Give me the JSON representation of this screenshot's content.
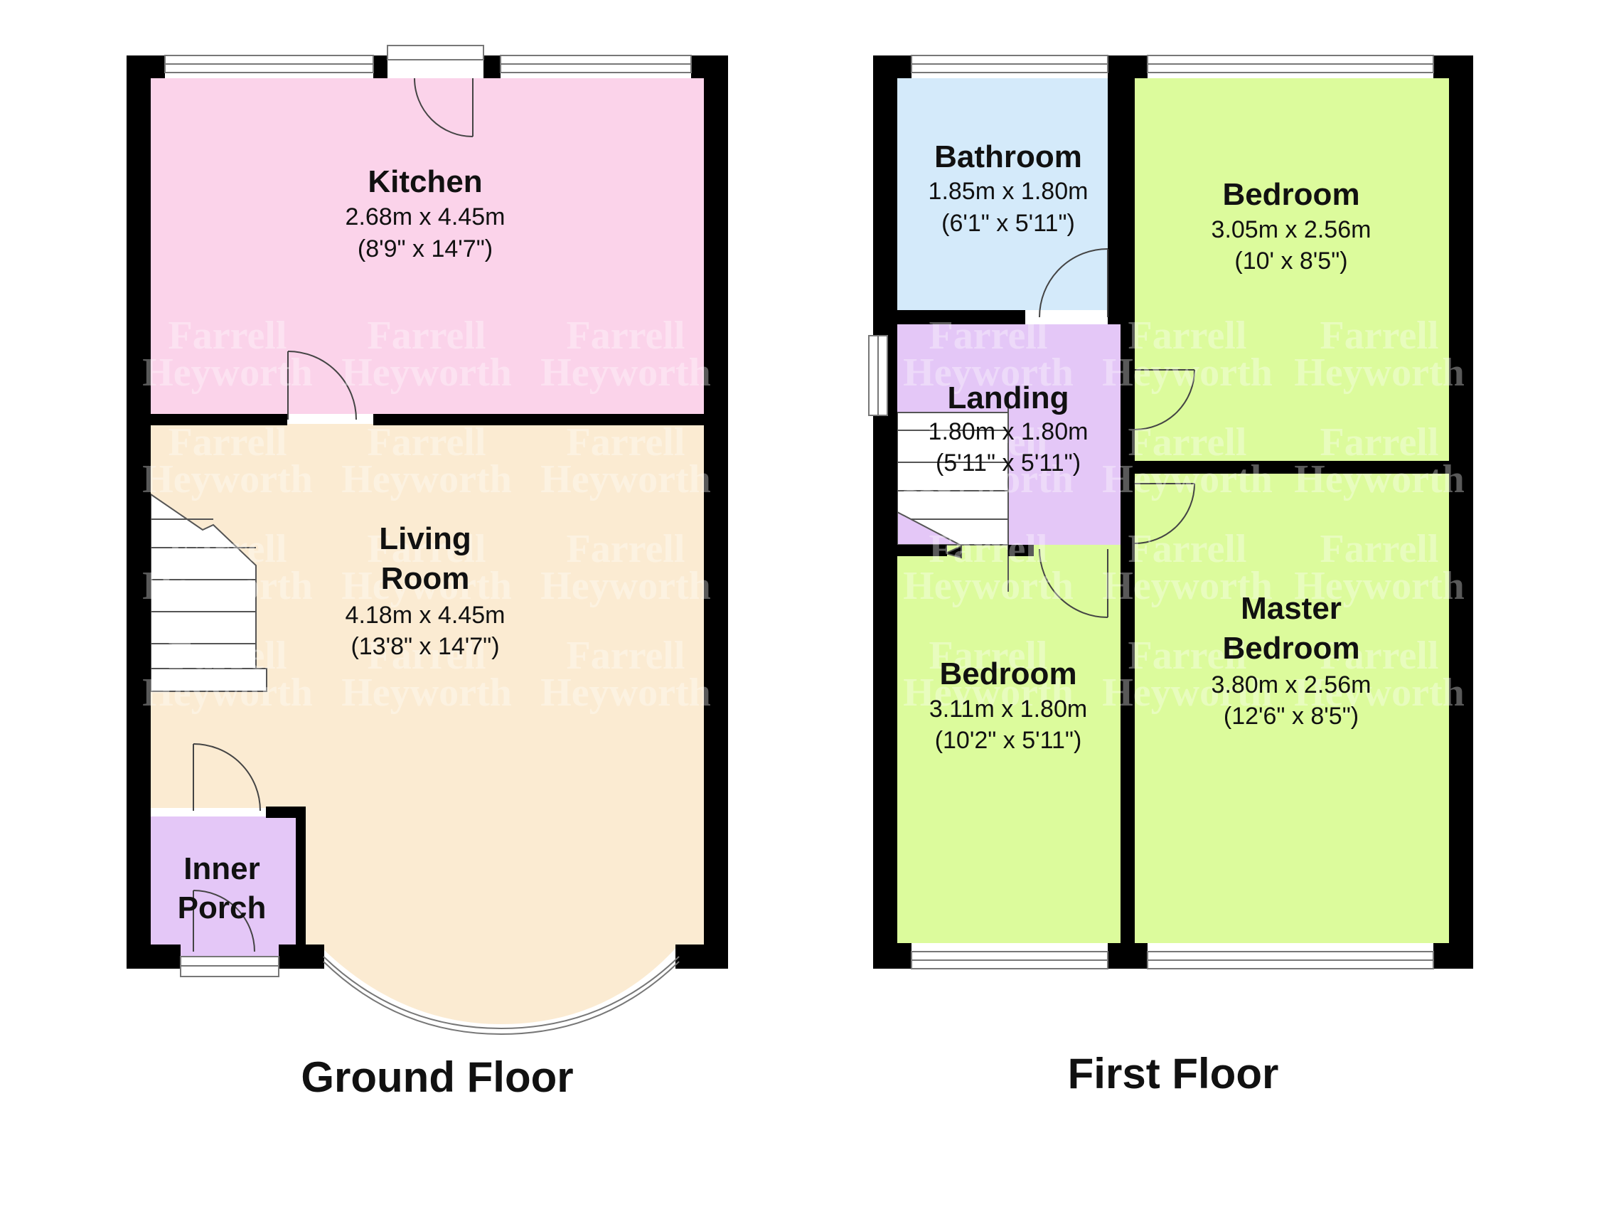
{
  "watermark": {
    "line1": "Farrell",
    "line2": "Heyworth"
  },
  "ground_floor": {
    "title": "Ground Floor",
    "kitchen": {
      "name": "Kitchen",
      "metric": "2.68m x 4.45m",
      "imperial": "(8'9\" x 14'7\")"
    },
    "living_room": {
      "name_line1": "Living",
      "name_line2": "Room",
      "metric": "4.18m x 4.45m",
      "imperial": "(13'8\" x 14'7\")"
    },
    "inner_porch": {
      "name_line1": "Inner",
      "name_line2": "Porch"
    }
  },
  "first_floor": {
    "title": "First Floor",
    "bathroom": {
      "name": "Bathroom",
      "metric": "1.85m x 1.80m",
      "imperial": "(6'1\" x 5'11\")"
    },
    "bedroom_rear": {
      "name": "Bedroom",
      "metric": "3.05m x 2.56m",
      "imperial": "(10' x 8'5\")"
    },
    "landing": {
      "name": "Landing",
      "metric": "1.80m x 1.80m",
      "imperial": "(5'11\" x 5'11\")"
    },
    "bedroom_front": {
      "name": "Bedroom",
      "metric": "3.11m x 1.80m",
      "imperial": "(10'2\" x 5'11\")"
    },
    "master_bedroom": {
      "name_line1": "Master",
      "name_line2": "Bedroom",
      "metric": "3.80m x 2.56m",
      "imperial": "(12'6\" x 8'5\")"
    }
  },
  "colors": {
    "wall": "#000000",
    "kitchen": "#fbd3ea",
    "living_room": "#fbebd2",
    "porch": "#e4c7f7",
    "bathroom": "#d4eafa",
    "landing": "#e4c7f7",
    "bedrooms": "#dcfb9c"
  }
}
